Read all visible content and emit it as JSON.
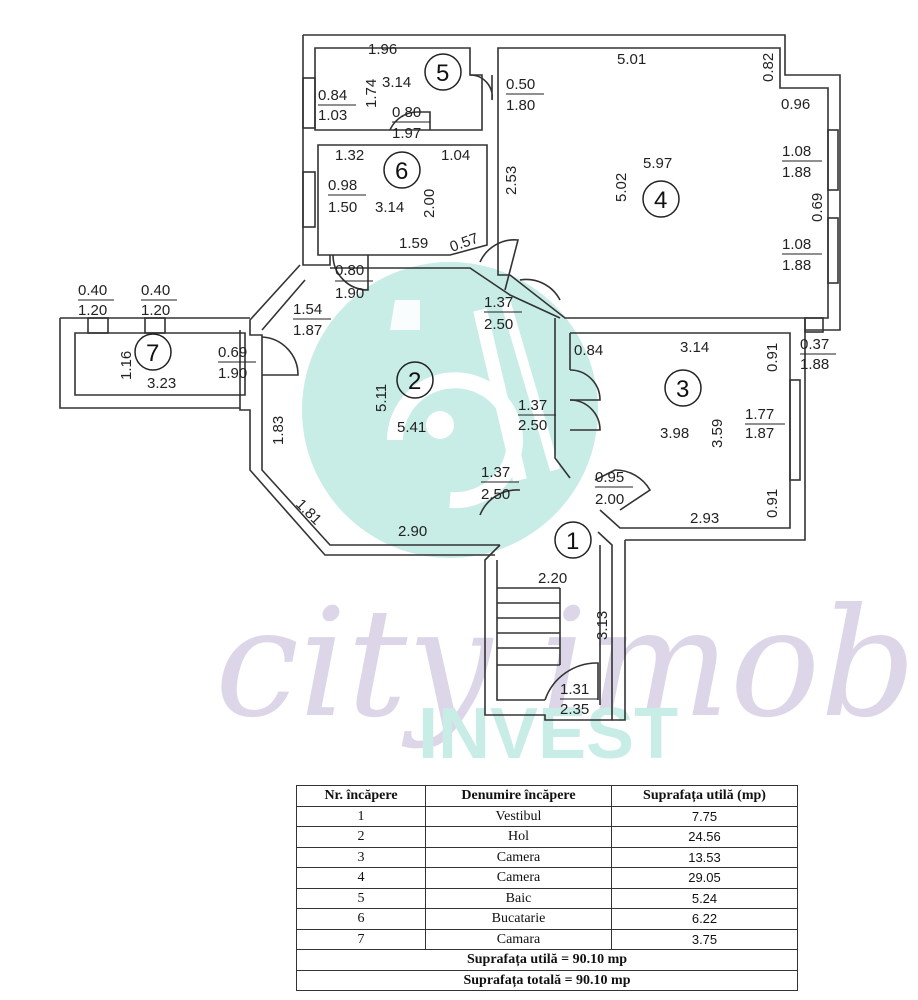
{
  "watermark": {
    "script_text": "city imob",
    "brand_text": "INVEST",
    "colors": {
      "teal": "#c8ece6",
      "lilac": "#dcd6e8"
    }
  },
  "plan": {
    "rooms": [
      {
        "id": "1",
        "labels": [
          "2.20",
          "3.13"
        ],
        "door": {
          "w": "1.31",
          "h": "2.35"
        }
      },
      {
        "id": "2",
        "labels": [
          "5.11",
          "5.41",
          "1.83",
          "1.81",
          "2.90"
        ]
      },
      {
        "id": "3",
        "labels": [
          "3.14",
          "0.84",
          "0.91",
          "3.98",
          "3.59",
          "0.91",
          "2.93"
        ],
        "window": {
          "w": "1.77",
          "h": "1.87"
        }
      },
      {
        "id": "4",
        "labels": [
          "5.01",
          "0.82",
          "0.96",
          "5.97",
          "5.02",
          "2.53",
          "0.69"
        ],
        "windows": [
          {
            "w": "1.08",
            "h": "1.88"
          },
          {
            "w": "1.08",
            "h": "1.88"
          }
        ]
      },
      {
        "id": "5",
        "labels": [
          "1.96",
          "1.74",
          "3.14"
        ],
        "window": {
          "w": "0.84",
          "h": "1.03"
        }
      },
      {
        "id": "6",
        "labels": [
          "1.32",
          "1.04",
          "3.14",
          "2.00",
          "1.59",
          "0.57"
        ],
        "window": {
          "w": "0.98",
          "h": "1.50"
        }
      },
      {
        "id": "7",
        "labels": [
          "1.16",
          "3.23"
        ],
        "windows": [
          {
            "w": "0.40",
            "h": "1.20"
          },
          {
            "w": "0.40",
            "h": "1.20"
          }
        ]
      }
    ],
    "openings": [
      {
        "w": "0.50",
        "h": "1.80"
      },
      {
        "w": "0.80",
        "h": "1.97"
      },
      {
        "w": "0.80",
        "h": "1.90"
      },
      {
        "w": "1.54",
        "h": "1.87"
      },
      {
        "w": "0.69",
        "h": "1.90"
      },
      {
        "w": "1.37",
        "h": "2.50"
      },
      {
        "w": "1.37",
        "h": "2.50"
      },
      {
        "w": "1.37",
        "h": "2.50"
      },
      {
        "w": "0.95",
        "h": "2.00"
      },
      {
        "w": "0.37",
        "h": "1.88"
      }
    ]
  },
  "table": {
    "headers": [
      "Nr. încăpere",
      "Denumire încăpere",
      "Suprafața utilă (mp)"
    ],
    "rows": [
      {
        "nr": "1",
        "name": "Vestibul",
        "area": "7.75"
      },
      {
        "nr": "2",
        "name": "Hol",
        "area": "24.56"
      },
      {
        "nr": "3",
        "name": "Camera",
        "area": "13.53"
      },
      {
        "nr": "4",
        "name": "Camera",
        "area": "29.05"
      },
      {
        "nr": "5",
        "name": "Baic",
        "area": "5.24"
      },
      {
        "nr": "6",
        "name": "Bucatarie",
        "area": "6.22"
      },
      {
        "nr": "7",
        "name": "Camara",
        "area": "3.75"
      }
    ],
    "useful_total": "Suprafața utilă =  90.10 mp",
    "grand_total": "Suprafața totală = 90.10 mp"
  }
}
